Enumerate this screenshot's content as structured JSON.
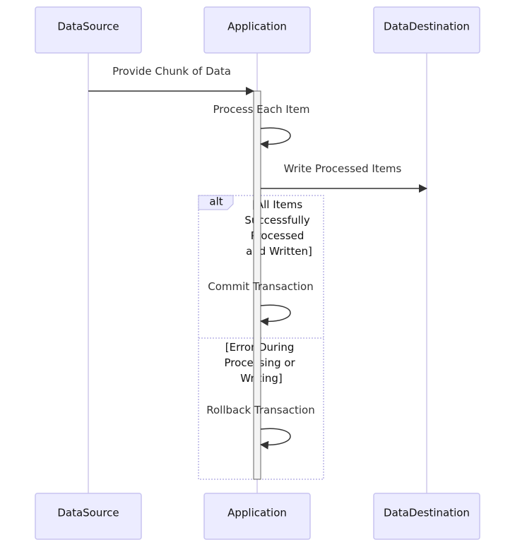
{
  "participants": [
    {
      "name": "DataSource"
    },
    {
      "name": "Application"
    },
    {
      "name": "DataDestination"
    }
  ],
  "messages": [
    {
      "label": "Provide Chunk of Data"
    },
    {
      "label": "Process Each Item"
    },
    {
      "label": "Write Processed Items"
    },
    {
      "label": "Commit Transaction"
    },
    {
      "label": "Rollback Transaction"
    }
  ],
  "alt": {
    "keyword": "alt",
    "condition_1": [
      "[All Items",
      "Successfully",
      "Processed",
      "and Written]"
    ],
    "condition_2": [
      "[Error During",
      "Processing or",
      "Writing]"
    ]
  },
  "colors": {
    "actor_fill": "#ececff",
    "actor_stroke": "#c8c4f0",
    "lifeline": "#cfc9ea",
    "arrow": "#333333"
  }
}
